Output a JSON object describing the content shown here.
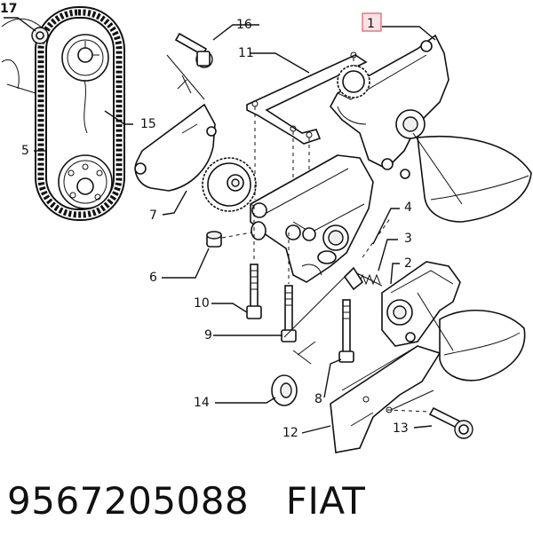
{
  "labels": {
    "l1": "1",
    "l2": "2",
    "l3": "3",
    "l4": "4",
    "l5": "5",
    "l6": "6",
    "l7": "7",
    "l8": "8",
    "l9": "9",
    "l10": "10",
    "l11": "11",
    "l12": "12",
    "l13": "13",
    "l14": "14",
    "l15": "15",
    "l16": "16",
    "l17": "17"
  },
  "footer": {
    "part_number": "9567205088",
    "brand": "FIAT"
  },
  "colors": {
    "ink": "#111111",
    "highlight_border": "#e0707a",
    "highlight_fill": "#fbe3e5"
  }
}
